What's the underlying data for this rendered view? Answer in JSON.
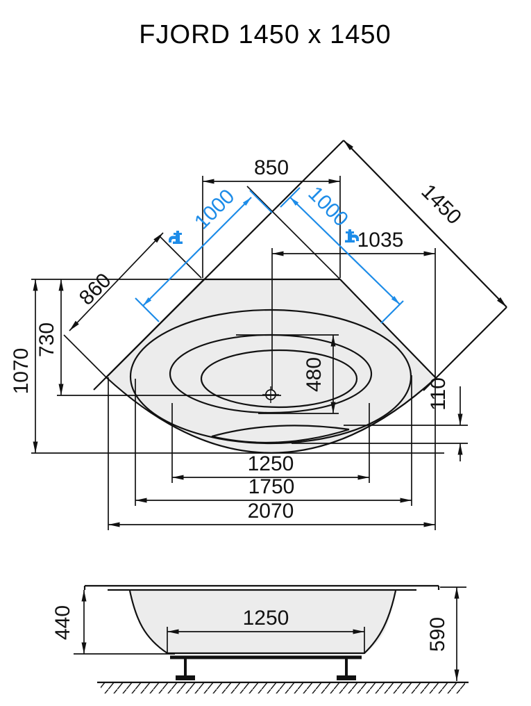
{
  "title": "FJORD 1450 x 1450",
  "colors": {
    "line": "#111111",
    "accent_blue": "#1d8ce8",
    "tub_fill": "#ececec",
    "background": "#ffffff"
  },
  "plan_view": {
    "dimensions": {
      "back_edge": "850",
      "faucet_left": "1000",
      "faucet_right": "1000",
      "wall": "1450",
      "drain_offset": "1035",
      "wall_to_tip": "860",
      "wall_to_drain": "730",
      "overall_depth": "1070",
      "basin_height": "480",
      "front_gap": "110",
      "floor_width": "1250",
      "inner_width": "1750",
      "overall_width": "2070"
    }
  },
  "side_view": {
    "dimensions": {
      "depth": "440",
      "floor_width": "1250",
      "height": "590"
    }
  }
}
